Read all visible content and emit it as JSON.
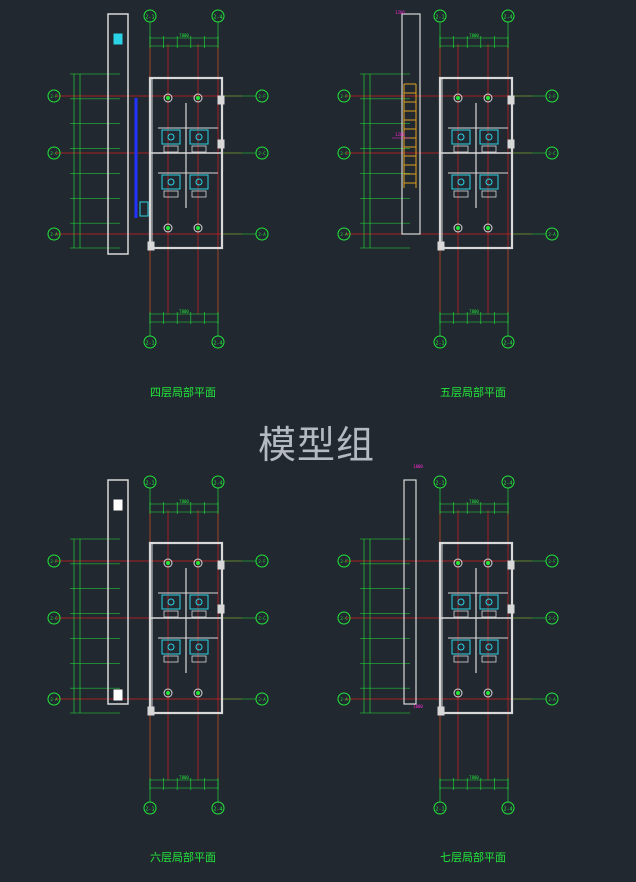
{
  "captions": {
    "p4": "四层局部平面",
    "p5": "五层局部平面",
    "p6": "六层局部平面",
    "p7": "七层局部平面"
  },
  "watermark": "模型组",
  "colors": {
    "background": "#212830",
    "wall": "#d8d8d8",
    "dimension": "#22e83a",
    "axis_line": "#d42020",
    "axis_bubble": "#22e83a",
    "fixture": "#2ad3e6",
    "glass": "#2233ff",
    "annotation": "#ff2bd8",
    "stair": "#e0a020"
  },
  "plans": [
    {
      "id": "p4",
      "top_labels": [
        "2-1",
        "2-4"
      ],
      "side_labels": [
        "2-F",
        "2-C",
        "2-A"
      ],
      "dims_top": "7800",
      "dims_bottom": "7800"
    },
    {
      "id": "p5",
      "top_labels": [
        "2-1",
        "2-4"
      ],
      "side_labels": [
        "2-F",
        "2-C",
        "2-A"
      ],
      "dims_top": "7800",
      "dims_bottom": "7800"
    },
    {
      "id": "p6",
      "top_labels": [
        "2-1",
        "2-4"
      ],
      "side_labels": [
        "2-F",
        "2-C",
        "2-A"
      ],
      "dims_top": "7800",
      "dims_bottom": "7800"
    },
    {
      "id": "p7",
      "top_labels": [
        "2-1",
        "2-4"
      ],
      "side_labels": [
        "2-F",
        "2-C",
        "2-A"
      ],
      "dims_top": "7800",
      "dims_bottom": "7800"
    }
  ]
}
